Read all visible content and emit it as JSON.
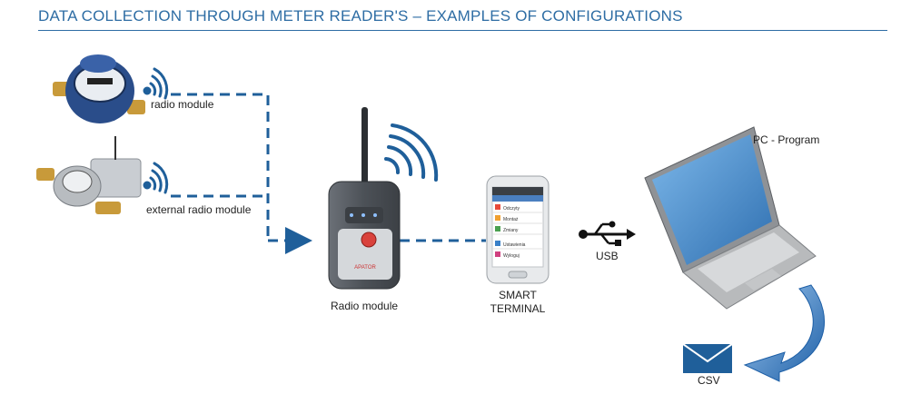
{
  "title": "DATA COLLECTION THROUGH METER READER'S – EXAMPLES OF CONFIGURATIONS",
  "labels": {
    "radio_module_top": "radio module",
    "external_radio_module": "external radio module",
    "radio_module_device": "Radio module",
    "smart_terminal_line1": "SMART",
    "smart_terminal_line2": "TERMINAL",
    "usb": "USB",
    "pc_program": "PC - Program",
    "csv": "CSV"
  },
  "device_text": {
    "brand": "APATOR"
  },
  "phone_menu": [
    "Odczyty",
    "Montaż",
    "Zmiany",
    "Ustawienia",
    "Wyloguj"
  ],
  "colors": {
    "accent": "#2e6da4",
    "dash": "#1f5f9a",
    "device_body": "#5a5f66",
    "phone_body": "#e8eaec",
    "laptop_body": "#9a9c9e",
    "laptop_screen": "#4a90d0"
  }
}
